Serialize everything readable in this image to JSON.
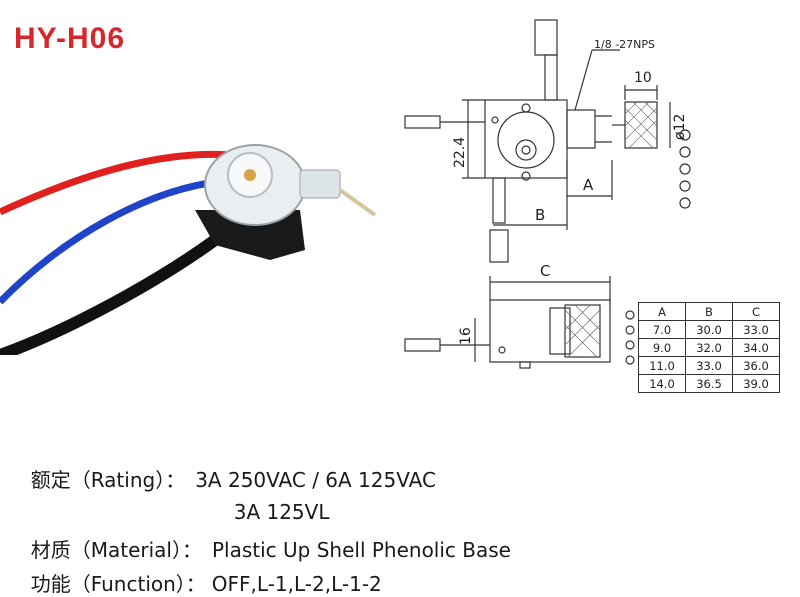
{
  "title": "HY-H06",
  "drawing": {
    "thread_label": "1/8 -27NPS",
    "dim_10": "10",
    "dim_diameter": "ø12",
    "dim_22_4": "22.4",
    "dim_16": "16",
    "label_a": "A",
    "label_b": "B",
    "label_c": "C"
  },
  "table": {
    "headers": [
      "A",
      "B",
      "C"
    ],
    "rows": [
      [
        "7.0",
        "30.0",
        "33.0"
      ],
      [
        "9.0",
        "32.0",
        "34.0"
      ],
      [
        "11.0",
        "33.0",
        "36.0"
      ],
      [
        "14.0",
        "36.5",
        "39.0"
      ]
    ]
  },
  "specs": {
    "rating_label": "额定（Rating）：",
    "rating_value_1": "3A 250VAC / 6A 125VAC",
    "rating_value_2": "3A 125VL",
    "material_label": "材质（Material）：",
    "material_value": "Plastic Up Shell Phenolic Base",
    "function_label": "功能（Function）：",
    "function_value": "OFF,L-1,L-2,L-1-2"
  },
  "colors": {
    "title": "#d8262e",
    "red_wire": "#e0201e",
    "blue_wire": "#1f44c8",
    "black_wire": "#111111"
  }
}
